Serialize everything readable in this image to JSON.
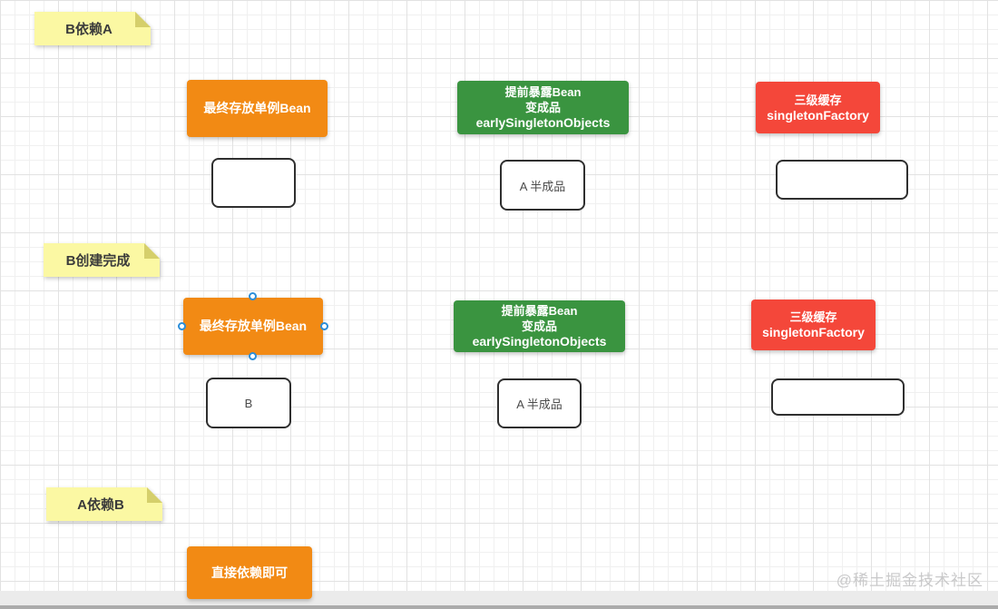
{
  "watermark": "@稀土掘金技术社区",
  "colors": {
    "orange": "#f28a14",
    "green": "#3a9440",
    "red": "#f4473a",
    "sticky_yellow": "#fbf8a3",
    "sticky_fold": "#d5cf6b",
    "selection_handle_blue": "#2b8ed9",
    "slot_border": "#2f2f2f"
  },
  "groups": {
    "b_depends_a": {
      "note": "B依赖A",
      "final_bean": "最终存放单例Bean",
      "early": {
        "line1": "提前暴露Bean",
        "line2": "变成品",
        "line3": "earlySingletonObjects"
      },
      "cache": {
        "line1": "三级缓存",
        "line2": "singletonFactory"
      },
      "final_slot": "",
      "early_slot": "A 半成品",
      "cache_slot": ""
    },
    "b_created": {
      "note": "B创建完成",
      "final_bean": "最终存放单例Bean",
      "early": {
        "line1": "提前暴露Bean",
        "line2": "变成品",
        "line3": "earlySingletonObjects"
      },
      "cache": {
        "line1": "三级缓存",
        "line2": "singletonFactory"
      },
      "final_slot": "B",
      "early_slot": "A 半成品",
      "cache_slot": ""
    },
    "a_depends_b": {
      "note": "A依赖B",
      "direct": "直接依赖即可"
    }
  }
}
